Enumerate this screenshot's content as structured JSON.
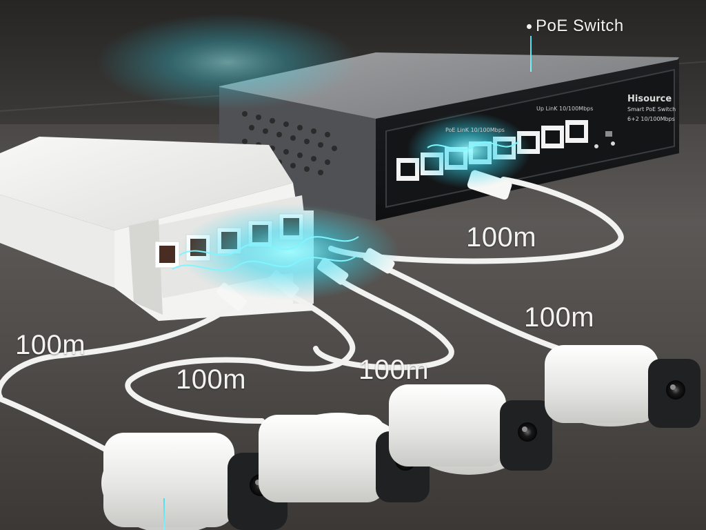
{
  "scene": {
    "title_label": "PoE Switch",
    "brand": {
      "name": "Hisource",
      "model": "Smart PoE Switch",
      "spec": "6+2 10/100Mbps"
    },
    "port_labels": {
      "poe_link": "PoE LinK 10/100Mbps",
      "up_link": "Up LinK 10/100Mbps"
    },
    "distances": [
      "100m",
      "100m",
      "100m",
      "100m",
      "100m"
    ],
    "colors": {
      "accent": "#52e3f2",
      "cable": "#f2f2f0",
      "switch": "#8f9092",
      "camera": "#f1f1ef",
      "camera_front": "#202122"
    }
  }
}
